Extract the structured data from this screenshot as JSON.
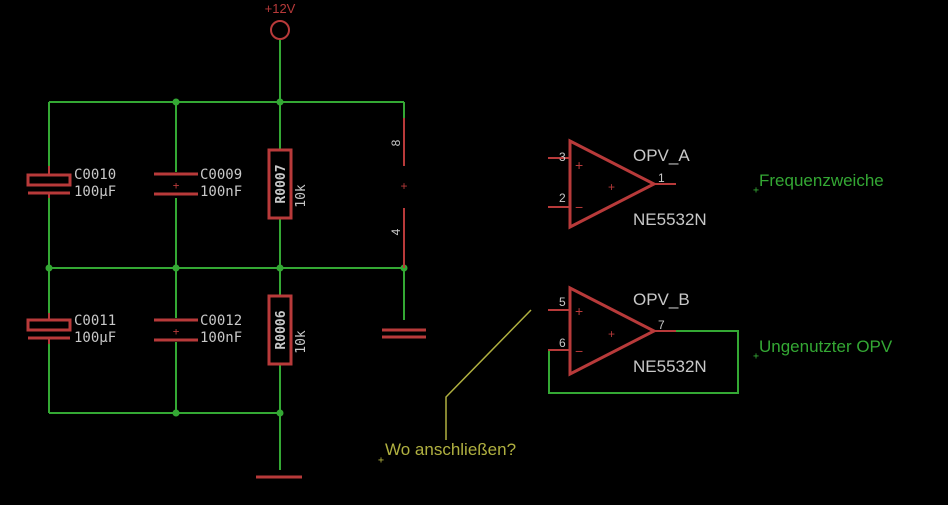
{
  "power": {
    "label": "+12V"
  },
  "colors": {
    "background": "#000000",
    "net": "#34a834",
    "part": "#b83a3a",
    "text_gray": "#c8c8c8",
    "annotation": "#b0b040"
  },
  "capacitors": [
    {
      "name": "C0010",
      "value": "100µF",
      "type": "polarized"
    },
    {
      "name": "C0009",
      "value": "100nF",
      "type": "ceramic"
    },
    {
      "name": "C0011",
      "value": "100µF",
      "type": "polarized"
    },
    {
      "name": "C0012",
      "value": "100nF",
      "type": "ceramic"
    }
  ],
  "resistors": [
    {
      "name": "R0007",
      "value": "10k"
    },
    {
      "name": "R0006",
      "value": "10k"
    }
  ],
  "supply_pins": {
    "top": "8",
    "bottom": "4",
    "symbol": "+"
  },
  "opamps": [
    {
      "name": "OPV_A",
      "part": "NE5532N",
      "pin_noninv": "3",
      "pin_inv": "2",
      "pin_out": "1",
      "label": "Frequenzweiche"
    },
    {
      "name": "OPV_B",
      "part": "NE5532N",
      "pin_noninv": "5",
      "pin_inv": "6",
      "pin_out": "7",
      "label": "Ungenutzter OPV"
    }
  ],
  "note": "Wo anschließen?"
}
